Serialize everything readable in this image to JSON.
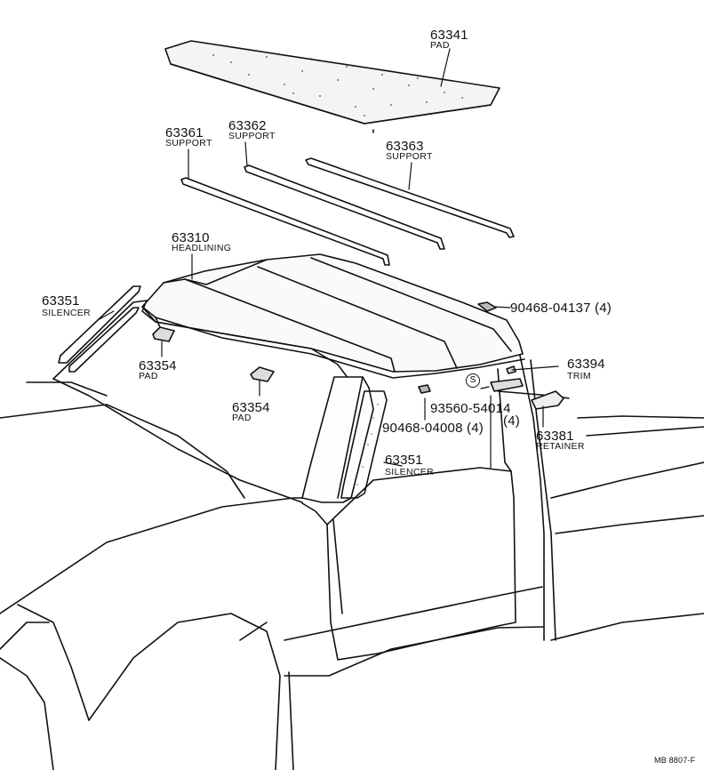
{
  "parts": {
    "p63341": {
      "number": "63341",
      "name": "PAD"
    },
    "p63361": {
      "number": "63361",
      "name": "SUPPORT"
    },
    "p63362": {
      "number": "63362",
      "name": "SUPPORT"
    },
    "p63363": {
      "number": "63363",
      "name": "SUPPORT"
    },
    "p63310": {
      "number": "63310",
      "name": "HEADLINING"
    },
    "p63351a": {
      "number": "63351",
      "name": "SILENCER"
    },
    "p63354a": {
      "number": "63354",
      "name": "PAD"
    },
    "p63354b": {
      "number": "63354",
      "name": "PAD"
    },
    "p63351b": {
      "number": "63351",
      "name": "SILENCER"
    },
    "p90468_04137": {
      "number": "90468-04137",
      "qty": "(4)"
    },
    "p63394": {
      "number": "63394",
      "name": "TRIM"
    },
    "p93560_54014": {
      "number": "93560-54014",
      "qty": "(4)"
    },
    "p90468_04008": {
      "number": "90468-04008",
      "qty": "(4)"
    },
    "p63381": {
      "number": "63381",
      "name": "RETAINER"
    }
  },
  "standard_symbol": "S",
  "footer_code": "MB 8807-F",
  "colors": {
    "ink": "#111111",
    "paper": "#ffffff"
  }
}
